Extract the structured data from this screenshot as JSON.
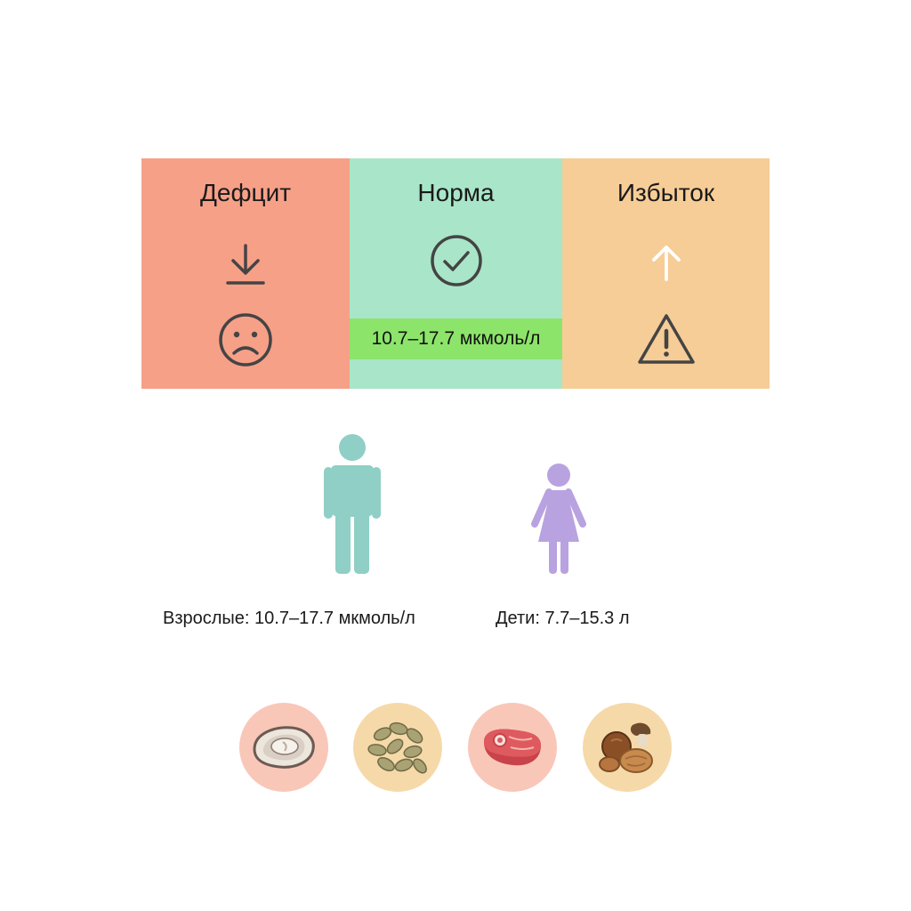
{
  "colors": {
    "deficit": "#f6a088",
    "norm": "#a9e5c9",
    "norm_range": "#8de46a",
    "excess": "#f6cd97",
    "icon_stroke": "#444444",
    "icon_light": "#ffffff",
    "adult_figure": "#8fcfc5",
    "child_figure": "#b9a2e0",
    "food_pink": "#f9c7b8",
    "food_peach": "#f6d9a8"
  },
  "status": {
    "deficit": {
      "title": "Дефцит",
      "icons": [
        "download-arrow-icon",
        "sad-face-icon"
      ]
    },
    "norm": {
      "title": "Норма",
      "icon": "check-circle-icon",
      "range": "10.7–17.7 мкмоль/л"
    },
    "excess": {
      "title": "Избыток",
      "icons": [
        "arrow-up-icon",
        "warning-triangle-icon"
      ]
    }
  },
  "people": {
    "adult": {
      "icon": "adult-person-icon",
      "caption": "Взрослые: 10.7–17.7 мкмоль/л"
    },
    "child": {
      "icon": "child-girl-icon",
      "caption": "Дети: 7.7–15.3 л"
    }
  },
  "foods": [
    {
      "icon": "oyster-icon"
    },
    {
      "icon": "pumpkin-seeds-icon"
    },
    {
      "icon": "steak-icon"
    },
    {
      "icon": "nuts-icon"
    }
  ]
}
